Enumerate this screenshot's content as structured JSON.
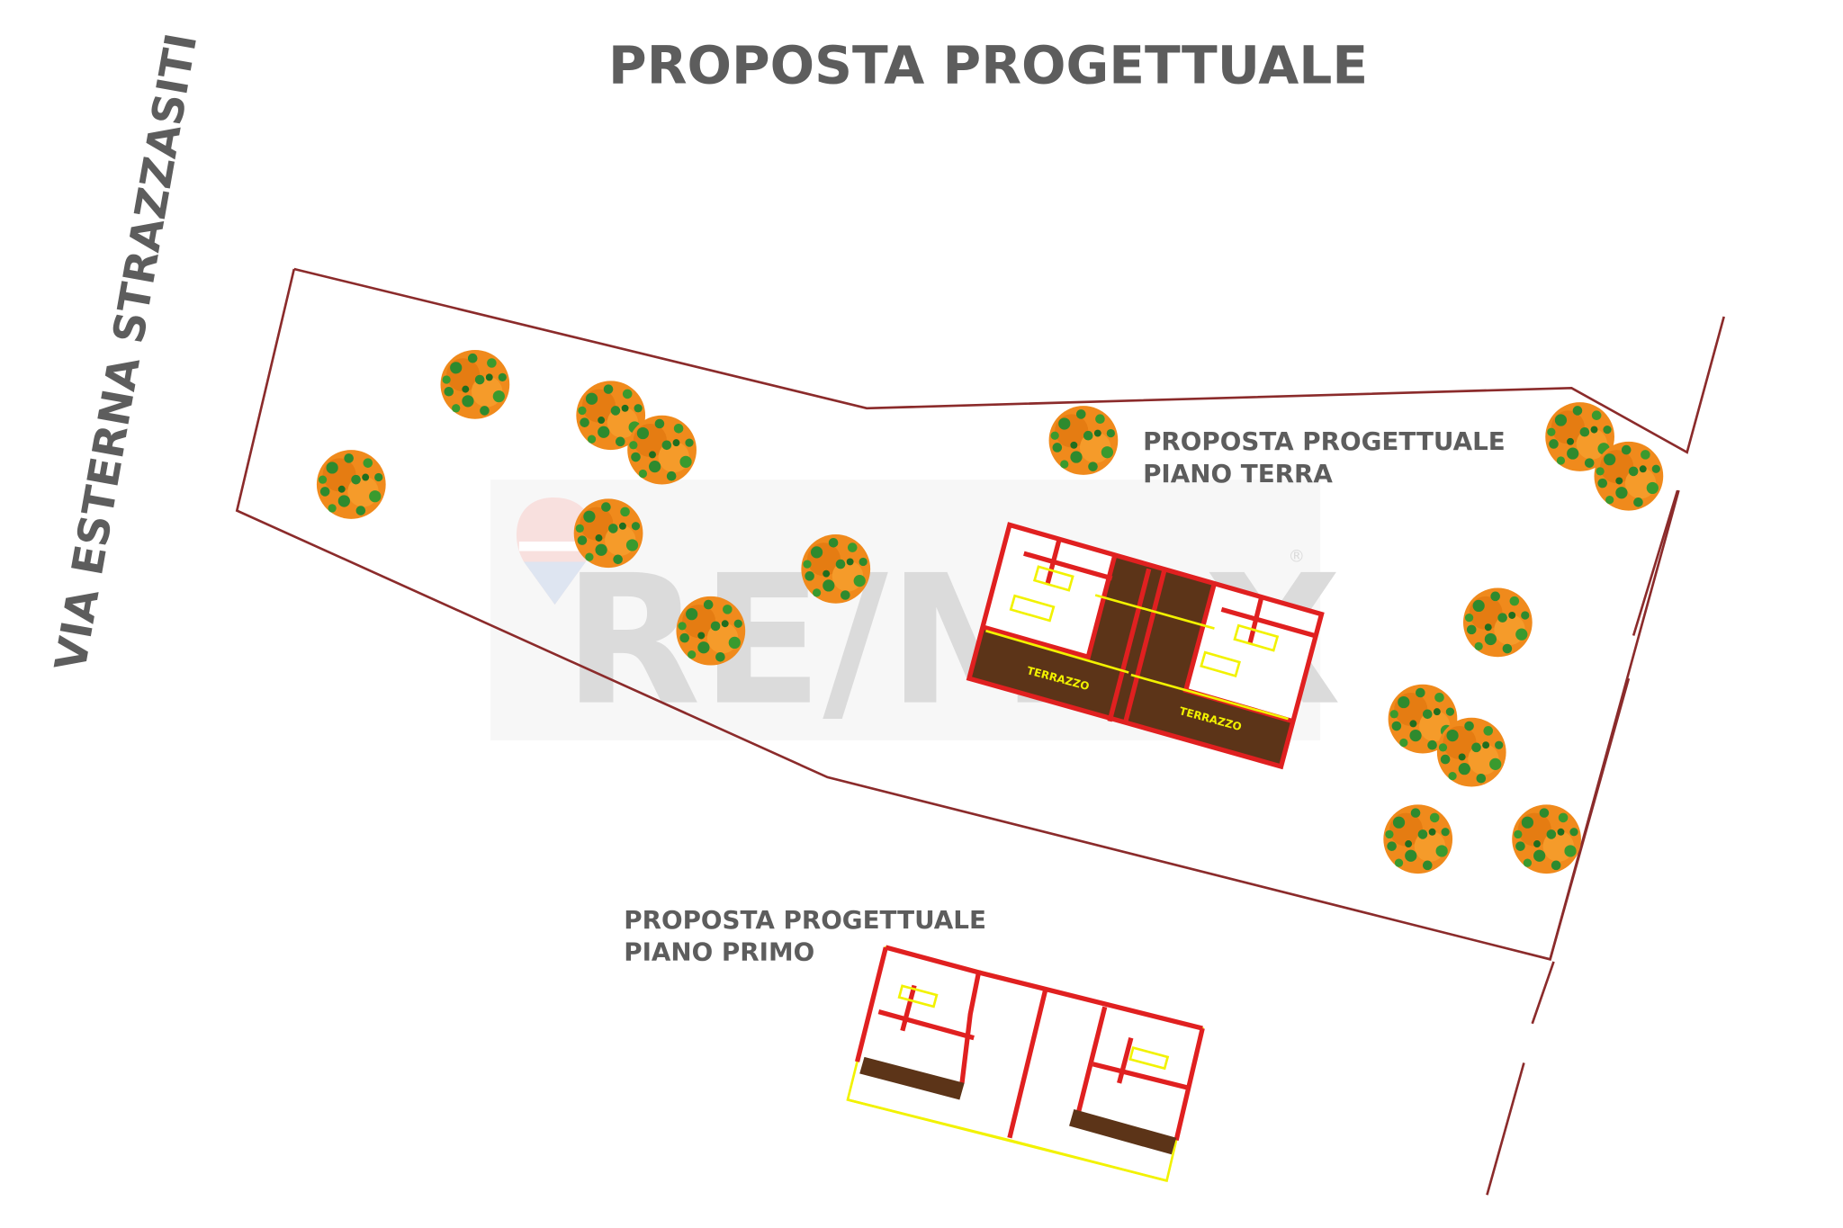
{
  "title": "PROPOSTA PROGETTUALE",
  "street_label": "VIA ESTERNA STRAZZASITI",
  "ground_floor_label": {
    "line1": "PROPOSTA PROGETTUALE",
    "line2": "PIANO TERRA"
  },
  "first_floor_label": {
    "line1": "PROPOSTA PROGETTUALE",
    "line2": "PIANO PRIMO"
  },
  "terrace_label_left": "TERRAZZO",
  "terrace_label_right": "TERRAZZO",
  "watermark": {
    "brand": "RE/MAX",
    "registered_mark": "®"
  },
  "icons": {
    "tree": "tree-canopy-icon",
    "balloon": "remax-balloon-logo"
  },
  "colors": {
    "title_text": "#5d5d5d",
    "plot_boundary": "#8b2b2b",
    "walls": "#e02020",
    "fixtures": "#f2f200",
    "terrace_fill": "#5c3418",
    "tree_orange": "#f08a1c",
    "tree_green": "#2e8a2e",
    "watermark_gray": "#c8c8c8",
    "balloon_red": "#d9322c",
    "balloon_blue": "#1f4fa0"
  }
}
